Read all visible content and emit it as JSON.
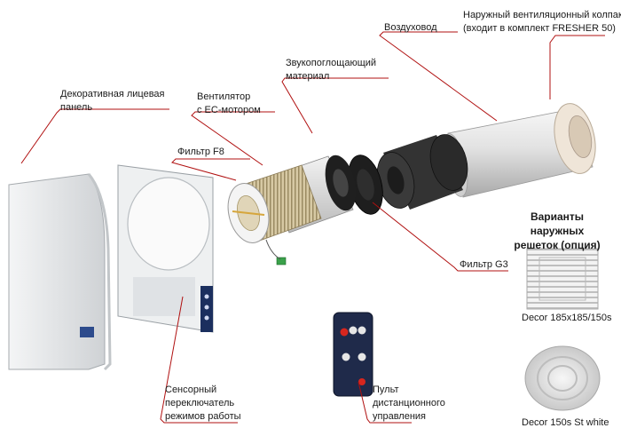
{
  "labels": {
    "outer_hood": [
      "Наружный вентиляционный колпак",
      "(входит в комплект FRESHER 50)"
    ],
    "duct": [
      "Воздуховод"
    ],
    "sound_material": [
      "Звукопоглощающий",
      "материал"
    ],
    "fan": [
      "Вентилятор",
      "с ЕС-мотором"
    ],
    "decor_panel": [
      "Декоративная лицевая",
      "панель"
    ],
    "filter_f8": [
      "Фильтр F8"
    ],
    "filter_g3": [
      "Фильтр G3"
    ],
    "sensor_switch": [
      "Сенсорный",
      "переключатель",
      "режимов работы"
    ],
    "remote": [
      "Пульт",
      "дистанционного",
      "управления"
    ]
  },
  "grilles": {
    "heading": [
      "Варианты наружных",
      "решеток (опция)"
    ],
    "items": [
      {
        "caption": "Decor 185x185/150s"
      },
      {
        "caption": "Decor 150s St white"
      }
    ]
  },
  "colors": {
    "leader_line": "#b01010",
    "foam": "#2a2a2a",
    "panel": "#e9ebed",
    "remote": "#1f2a4a"
  }
}
